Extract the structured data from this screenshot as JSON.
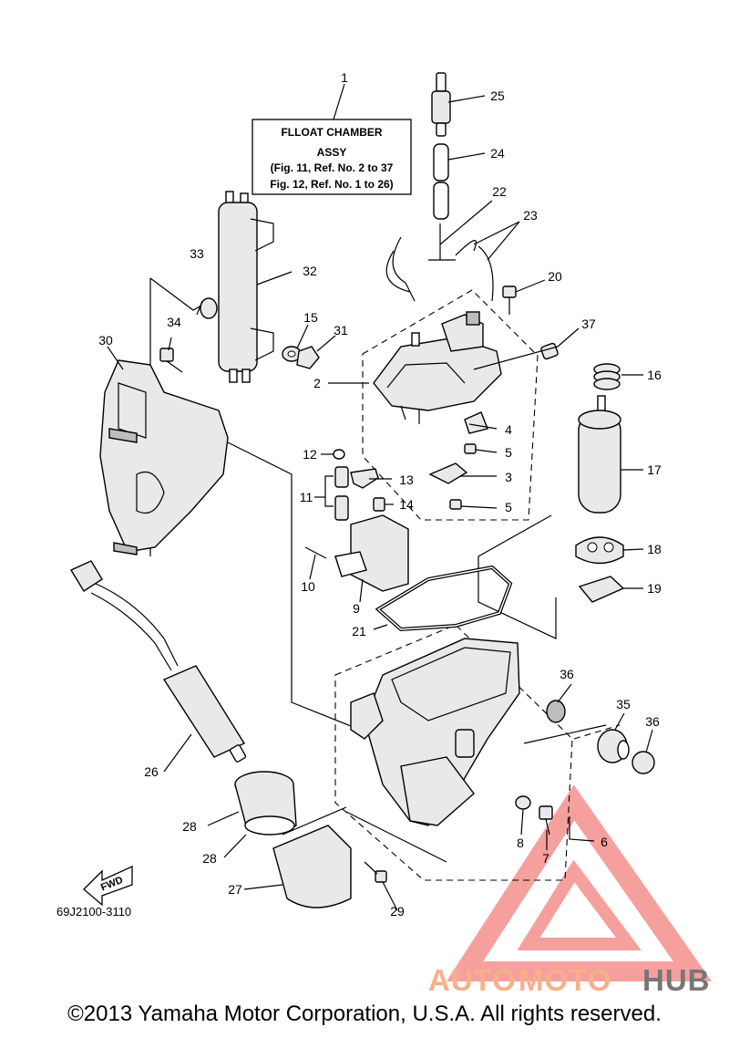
{
  "title_box": {
    "line1": "FLLOAT CHAMBER",
    "line2": "ASSY",
    "line3": "(Fig. 11, Ref. No. 2 to 37",
    "line4": "Fig. 12, Ref. No. 1 to 26)"
  },
  "callouts": {
    "c1": "1",
    "c2": "2",
    "c3": "3",
    "c4": "4",
    "c5a": "5",
    "c5b": "5",
    "c6": "6",
    "c7": "7",
    "c8": "8",
    "c9": "9",
    "c10": "10",
    "c11": "11",
    "c12": "12",
    "c13": "13",
    "c14": "14",
    "c15": "15",
    "c16": "16",
    "c17": "17",
    "c18": "18",
    "c19": "19",
    "c20": "20",
    "c21": "21",
    "c22": "22",
    "c23": "23",
    "c24": "24",
    "c25": "25",
    "c26": "26",
    "c27": "27",
    "c28a": "28",
    "c28b": "28",
    "c29": "29",
    "c30": "30",
    "c31": "31",
    "c32": "32",
    "c33": "33",
    "c34": "34",
    "c36a": "36",
    "c35": "35",
    "c36b": "36",
    "c37": "37"
  },
  "fwd_label": "FWD",
  "diagram_code": "69J2100-3110",
  "watermark": {
    "text_auto": "AUTO",
    "text_moto": "MOTO",
    "text_hub": "HUB",
    "color_auto": "#f6b08a",
    "color_moto": "#f6b08a",
    "color_hub": "#777777",
    "triangle_color": "#ef5350"
  },
  "copyright": "©2013 Yamaha Motor Corporation, U.S.A. All rights reserved."
}
